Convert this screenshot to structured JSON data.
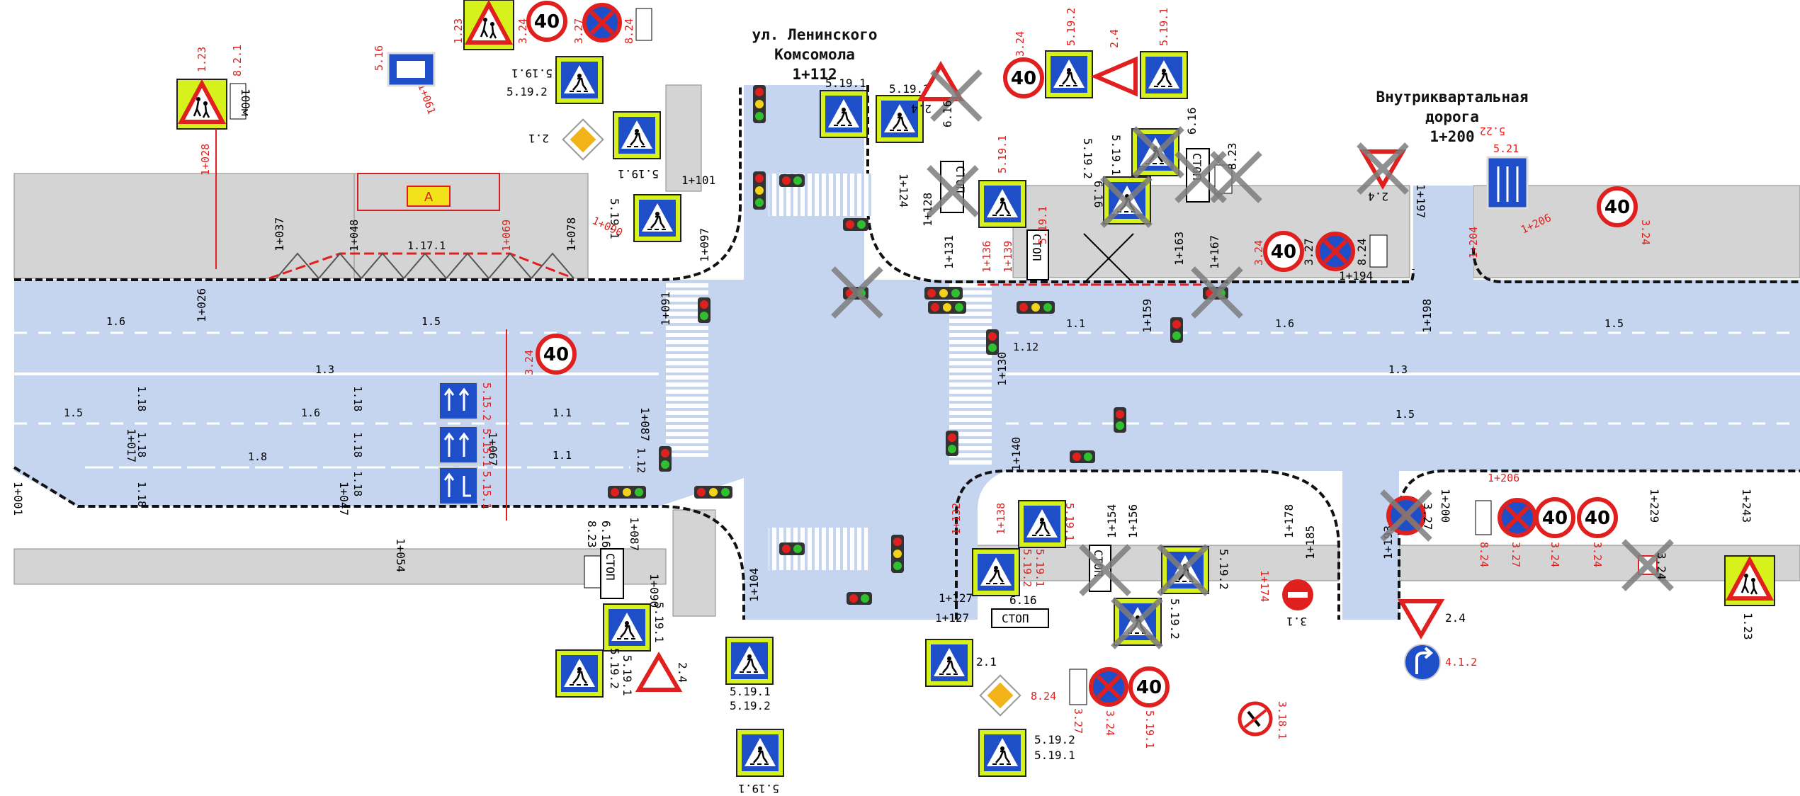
{
  "streets": {
    "komsomol_line1": "ул. Ленинского",
    "komsomol_line2": "Комсомола",
    "komsomol_km": "1+112",
    "inner_line1": "Внутриквартальная",
    "inner_line2": "дорога",
    "inner_km": "1+200"
  },
  "bus_stop_letter": "А",
  "stop_word": "СТОП",
  "markings": [
    "1.6",
    "1.5",
    "1.3",
    "1.5",
    "1.6",
    "1.8",
    "1.1",
    "1.1",
    "1.12",
    "1.1",
    "1.6",
    "1.5",
    "1.3",
    "1.5",
    "1.17.1",
    "1.12",
    "1.18",
    "1.18",
    "1.18",
    "1.18",
    "1.18",
    "1.18"
  ],
  "pickets": [
    "1+026",
    "1+037",
    "1+048",
    "1+069",
    "1+078",
    "1+091",
    "1+097",
    "1+101",
    "1+124",
    "1+128",
    "1+131",
    "1+136",
    "1+139",
    "1+163",
    "1+167",
    "1+194",
    "1+197",
    "1+198",
    "1+159",
    "1+130",
    "1+140",
    "1+132",
    "1+138",
    "1+154",
    "1+156",
    "1+178",
    "1+185",
    "1+174",
    "1+193",
    "1+200",
    "1+206",
    "1+229",
    "1+243",
    "1+204",
    "1+206",
    "1+127",
    "1+127",
    "1+104",
    "1+090",
    "1+087",
    "1+087",
    "1+054",
    "1+047",
    "1+017",
    "1+001",
    "1+061",
    "1+028",
    "1+090",
    "1+067"
  ],
  "sign_codes": [
    "1.23",
    "8.2.1",
    "5.16",
    "1.23",
    "3.24",
    "3.27",
    "8.24",
    "5.19.1",
    "5.19.2",
    "2.1",
    "5.19.1",
    "5.19.1",
    "5.19.1",
    "5.19.2",
    "2.4",
    "3.24",
    "5.19.2",
    "2.4",
    "5.19.1",
    "5.19.1",
    "6.16",
    "5.19.1",
    "6.16",
    "5.19.1",
    "5.19.2",
    "6.16",
    "8.23",
    "2.4",
    "5.22",
    "5.21",
    "3.24",
    "3.24",
    "3.27",
    "8.24",
    "5.15.2",
    "5.15.1",
    "5.15.1",
    "8.23",
    "6.16",
    "5.19.1",
    "5.19.2",
    "2.4",
    "5.19.1",
    "5.19.2",
    "5.19.1",
    "5.19.2",
    "5.19.1",
    "2.1",
    "8.24",
    "3.27",
    "3.24",
    "5.19.1",
    "5.19.2",
    "6.16",
    "5.19.2",
    "5.19.1",
    "3.1",
    "3.18.1",
    "3.27",
    "8.24",
    "3.27",
    "3.24",
    "3.24",
    "3.24",
    "2.4",
    "4.1.2",
    "1.23",
    "5.19.1"
  ],
  "speed_limit": "40",
  "plate_100m": "100м",
  "colors": {
    "road": "#c5d5f0",
    "sidewalk": "#d4d4d4",
    "sign_blue": "#1f4fc8",
    "sign_frame": "#d6f21a",
    "sign_red": "#e0201e",
    "marking_red": "#e0201e"
  }
}
